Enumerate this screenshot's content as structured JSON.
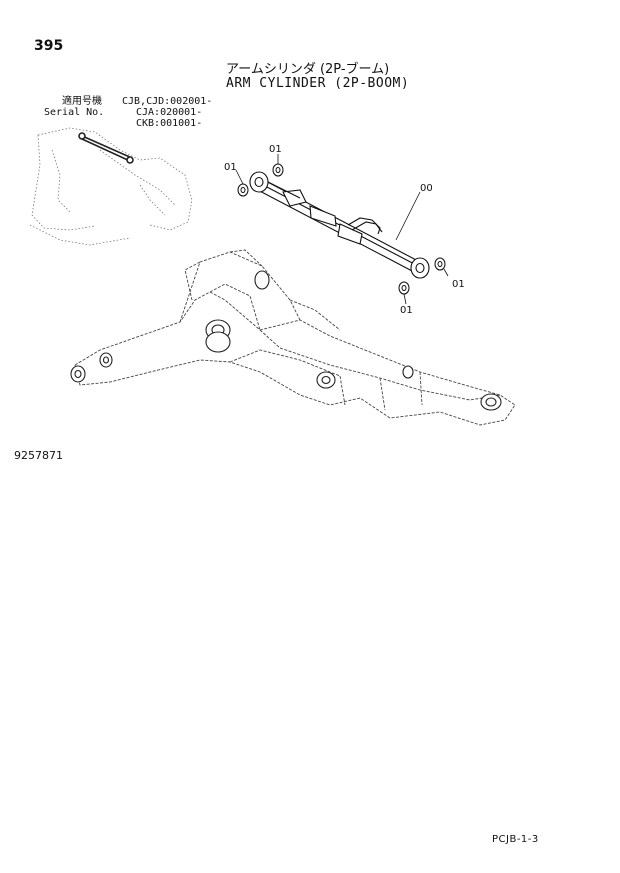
{
  "page_number": "395",
  "title_jp": "アームシリンダ (2P-ブーム)",
  "title_en": "ARM CYLINDER (2P-BOOM)",
  "serial": {
    "label_jp": "適用号機",
    "label_en": "Serial No.",
    "cjb_cjd": "CJB,CJD:002001-",
    "cja": "CJA:020001-",
    "ckb": "CKB:001001-"
  },
  "callouts": {
    "c1": "01",
    "c2": "01",
    "c3": "00",
    "c4": "01",
    "c5": "01"
  },
  "drawing_number": "9257871",
  "footer_code": "PCJB-1-3"
}
